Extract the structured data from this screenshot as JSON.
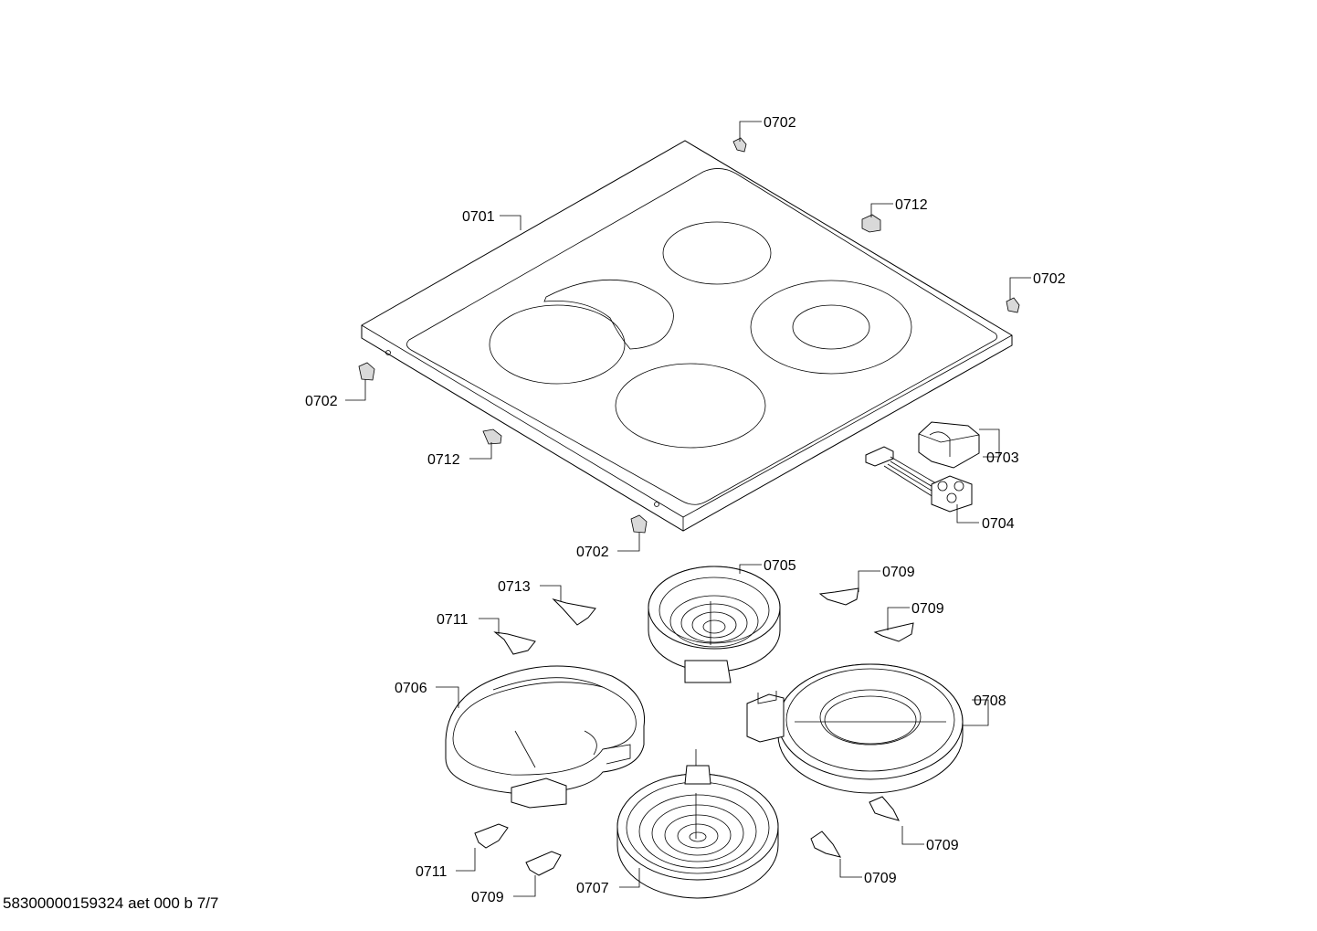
{
  "footer": "58300000159324 aet 000 b 7/7",
  "labels": {
    "l0702_top": "0702",
    "l0712_top": "0712",
    "l0701": "0701",
    "l0702_right": "0702",
    "l0702_left": "0702",
    "l0712_left": "0712",
    "l0703": "0703",
    "l0704": "0704",
    "l0702_bottom": "0702",
    "l0705": "0705",
    "l0709_a": "0709",
    "l0713": "0713",
    "l0709_b": "0709",
    "l0711_a": "0711",
    "l0706": "0706",
    "l0708": "0708",
    "l0709_c": "0709",
    "l0711_b": "0711",
    "l0709_d": "0709",
    "l0707": "0707",
    "l0709_e": "0709"
  }
}
